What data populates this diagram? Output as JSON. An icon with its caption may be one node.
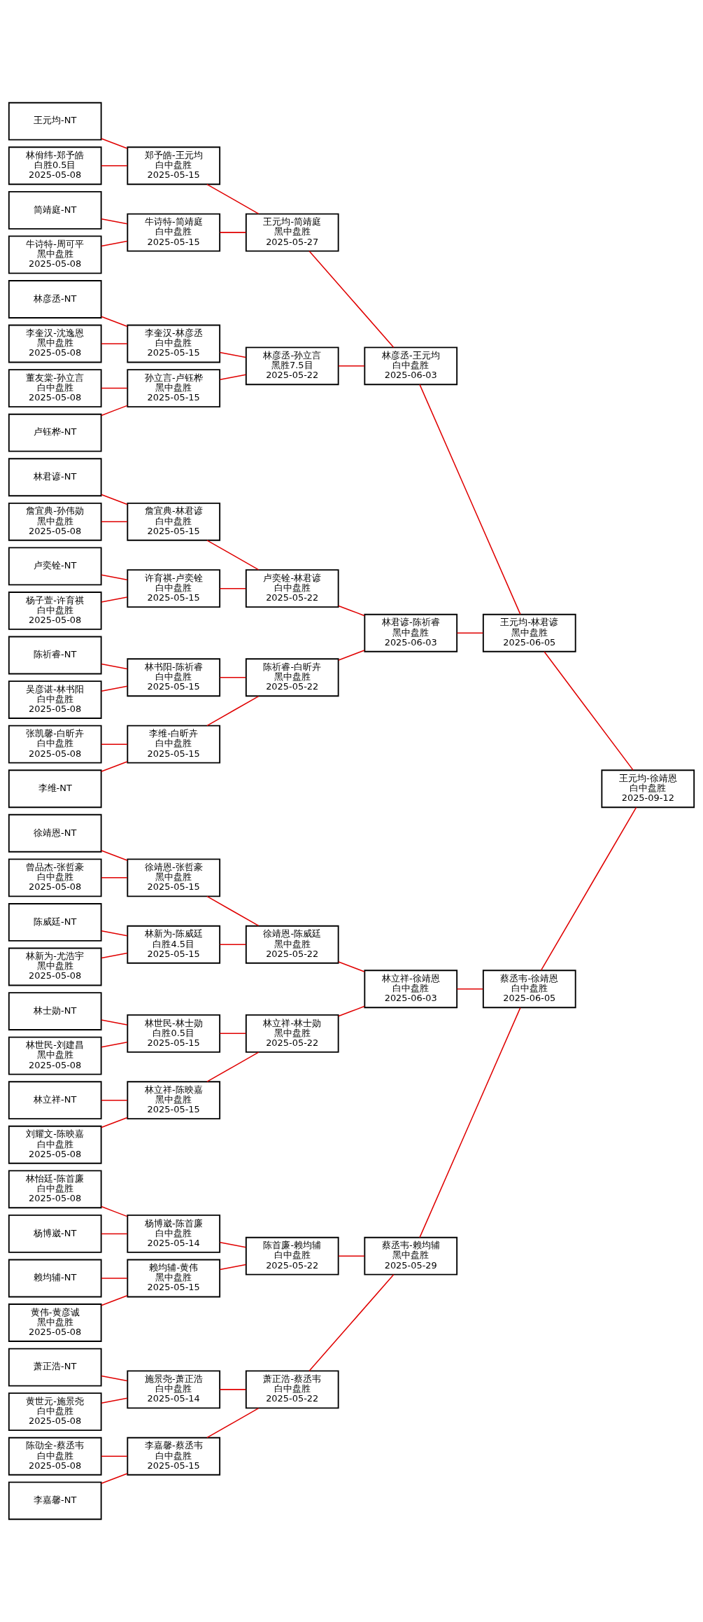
{
  "diagram": {
    "nodes": [
      {
        "text": [
          "徐靖恩-NT"
        ]
      },
      {
        "text": [
          "曾品杰-张哲豪",
          "白中盘胜",
          "2025-05-08"
        ]
      },
      {
        "text": [
          "陈威廷-NT"
        ]
      },
      {
        "text": [
          "林新为-尤浩宇",
          "黑中盘胜",
          "2025-05-08"
        ]
      },
      {
        "text": [
          "林立祥-NT"
        ]
      },
      {
        "text": [
          "刘耀文-陈映嘉",
          "白中盘胜",
          "2025-05-08"
        ]
      },
      {
        "text": [
          "林士勋-NT"
        ]
      },
      {
        "text": [
          "林世民-刘建昌",
          "黑中盘胜",
          "2025-05-08"
        ]
      },
      {
        "text": [
          "陈劭全-蔡丞韦",
          "白中盘胜",
          "2025-05-08"
        ]
      },
      {
        "text": [
          "李嘉馨-NT"
        ]
      },
      {
        "text": [
          "萧正浩-NT"
        ]
      },
      {
        "text": [
          "黄世元-施景尧",
          "白中盘胜",
          "2025-05-08"
        ]
      },
      {
        "text": [
          "赖均辅-NT"
        ]
      },
      {
        "text": [
          "黄伟-黄彦诚",
          "黑中盘胜",
          "2025-05-08"
        ]
      },
      {
        "text": [
          "林怡廷-陈首廉",
          "白中盘胜",
          "2025-05-08"
        ]
      },
      {
        "text": [
          "杨博崴-NT"
        ]
      },
      {
        "text": [
          "王元均-NT"
        ]
      },
      {
        "text": [
          "林佾纬-郑予皓",
          "白胜0.5目",
          "2025-05-08"
        ]
      },
      {
        "text": [
          "简靖庭-NT"
        ]
      },
      {
        "text": [
          "牛诗特-周可平",
          "黑中盘胜",
          "2025-05-08"
        ]
      },
      {
        "text": [
          "林彦丞-NT"
        ]
      },
      {
        "text": [
          "李奎汉-沈逸恩",
          "黑中盘胜",
          "2025-05-08"
        ]
      },
      {
        "text": [
          "董友棠-孙立言",
          "白中盘胜",
          "2025-05-08"
        ]
      },
      {
        "text": [
          "卢钰桦-NT"
        ]
      },
      {
        "text": [
          "林君谚-NT"
        ]
      },
      {
        "text": [
          "詹宜典-孙伟勋",
          "黑中盘胜",
          "2025-05-08"
        ]
      },
      {
        "text": [
          "卢奕铨-NT"
        ]
      },
      {
        "text": [
          "杨子萱-许育祺",
          "白中盘胜",
          "2025-05-08"
        ]
      },
      {
        "text": [
          "陈祈睿-NT"
        ]
      },
      {
        "text": [
          "吴彦谌-林书阳",
          "白中盘胜",
          "2025-05-08"
        ]
      },
      {
        "text": [
          "张凯馨-白昕卉",
          "白中盘胜",
          "2025-05-08"
        ]
      },
      {
        "text": [
          "李维-NT"
        ]
      },
      {
        "text": [
          "徐靖恩-张哲豪",
          "黑中盘胜",
          "2025-05-15"
        ]
      },
      {
        "text": [
          "林新为-陈威廷",
          "白胜4.5目",
          "2025-05-15"
        ]
      },
      {
        "text": [
          "林立祥-陈映嘉",
          "黑中盘胜",
          "2025-05-15"
        ]
      },
      {
        "text": [
          "林世民-林士勋",
          "白胜0.5目",
          "2025-05-15"
        ]
      },
      {
        "text": [
          "李嘉馨-蔡丞韦",
          "白中盘胜",
          "2025-05-15"
        ]
      },
      {
        "text": [
          "施景尧-萧正浩",
          "白中盘胜",
          "2025-05-14"
        ]
      },
      {
        "text": [
          "赖均辅-黄伟",
          "黑中盘胜",
          "2025-05-15"
        ]
      },
      {
        "text": [
          "杨博崴-陈首廉",
          "白中盘胜",
          "2025-05-14"
        ]
      },
      {
        "text": [
          "郑予皓-王元均",
          "白中盘胜",
          "2025-05-15"
        ]
      },
      {
        "text": [
          "牛诗特-简靖庭",
          "白中盘胜",
          "2025-05-15"
        ]
      },
      {
        "text": [
          "李奎汉-林彦丞",
          "白中盘胜",
          "2025-05-15"
        ]
      },
      {
        "text": [
          "孙立言-卢钰桦",
          "黑中盘胜",
          "2025-05-15"
        ]
      },
      {
        "text": [
          "詹宜典-林君谚",
          "白中盘胜",
          "2025-05-15"
        ]
      },
      {
        "text": [
          "许育祺-卢奕铨",
          "白中盘胜",
          "2025-05-15"
        ]
      },
      {
        "text": [
          "林书阳-陈祈睿",
          "白中盘胜",
          "2025-05-15"
        ]
      },
      {
        "text": [
          "李维-白昕卉",
          "白中盘胜",
          "2025-05-15"
        ]
      },
      {
        "text": [
          "徐靖恩-陈威廷",
          "黑中盘胜",
          "2025-05-22"
        ]
      },
      {
        "text": [
          "林立祥-林士勋",
          "黑中盘胜",
          "2025-05-22"
        ]
      },
      {
        "text": [
          "萧正浩-蔡丞韦",
          "白中盘胜",
          "2025-05-22"
        ]
      },
      {
        "text": [
          "陈首廉-赖均辅",
          "白中盘胜",
          "2025-05-22"
        ]
      },
      {
        "text": [
          "王元均-简靖庭",
          "黑中盘胜",
          "2025-05-27"
        ]
      },
      {
        "text": [
          "林彦丞-孙立言",
          "黑胜7.5目",
          "2025-05-22"
        ]
      },
      {
        "text": [
          "卢奕铨-林君谚",
          "白中盘胜",
          "2025-05-22"
        ]
      },
      {
        "text": [
          "陈祈睿-白昕卉",
          "黑中盘胜",
          "2025-05-22"
        ]
      },
      {
        "text": [
          "林立祥-徐靖恩",
          "白中盘胜",
          "2025-06-03"
        ]
      },
      {
        "text": [
          "蔡丞韦-赖均辅",
          "黑中盘胜",
          "2025-05-29"
        ]
      },
      {
        "text": [
          "林彦丞-王元均",
          "白中盘胜",
          "2025-06-03"
        ]
      },
      {
        "text": [
          "林君谚-陈祈睿",
          "黑中盘胜",
          "2025-06-03"
        ]
      },
      {
        "text": [
          "蔡丞韦-徐靖恩",
          "白中盘胜",
          "2025-06-05"
        ]
      },
      {
        "text": [
          "王元均-林君谚",
          "黑中盘胜",
          "2025-06-05"
        ]
      },
      {
        "text": [
          "王元均-徐靖恩",
          "白中盘胜",
          "2025-09-12"
        ]
      }
    ],
    "edges": [
      {
        "from": 0,
        "to": 32,
        "arrow": "none"
      },
      {
        "from": 1,
        "to": 32,
        "arrow": "none"
      },
      {
        "from": 2,
        "to": 33,
        "arrow": "none"
      },
      {
        "from": 3,
        "to": 33,
        "arrow": "none"
      },
      {
        "from": 4,
        "to": 34,
        "arrow": "none"
      },
      {
        "from": 5,
        "to": 34,
        "arrow": "none"
      },
      {
        "from": 6,
        "to": 35,
        "arrow": "none"
      },
      {
        "from": 7,
        "to": 35,
        "arrow": "none"
      },
      {
        "from": 8,
        "to": 36,
        "arrow": "none"
      },
      {
        "from": 9,
        "to": 36,
        "arrow": "none"
      },
      {
        "from": 10,
        "to": 37,
        "arrow": "none"
      },
      {
        "from": 11,
        "to": 37,
        "arrow": "none"
      },
      {
        "from": 12,
        "to": 38,
        "arrow": "none"
      },
      {
        "from": 13,
        "to": 38,
        "arrow": "none"
      },
      {
        "from": 14,
        "to": 39,
        "arrow": "none"
      },
      {
        "from": 15,
        "to": 39,
        "arrow": "none"
      },
      {
        "from": 16,
        "to": 40,
        "arrow": "none"
      },
      {
        "from": 17,
        "to": 40,
        "arrow": "none"
      },
      {
        "from": 18,
        "to": 41,
        "arrow": "none"
      },
      {
        "from": 19,
        "to": 41,
        "arrow": "none"
      },
      {
        "from": 20,
        "to": 42,
        "arrow": "none"
      },
      {
        "from": 21,
        "to": 42,
        "arrow": "none"
      },
      {
        "from": 22,
        "to": 43,
        "arrow": "none"
      },
      {
        "from": 23,
        "to": 43,
        "arrow": "none"
      },
      {
        "from": 24,
        "to": 44,
        "arrow": "none"
      },
      {
        "from": 25,
        "to": 44,
        "arrow": "none"
      },
      {
        "from": 26,
        "to": 45,
        "arrow": "none"
      },
      {
        "from": 27,
        "to": 45,
        "arrow": "none"
      },
      {
        "from": 28,
        "to": 46,
        "arrow": "none"
      },
      {
        "from": 29,
        "to": 46,
        "arrow": "none"
      },
      {
        "from": 30,
        "to": 47,
        "arrow": "none"
      },
      {
        "from": 31,
        "to": 47,
        "arrow": "none"
      },
      {
        "from": 32,
        "to": 48,
        "arrow": "none"
      },
      {
        "from": 33,
        "to": 48,
        "arrow": "none"
      },
      {
        "from": 34,
        "to": 49,
        "arrow": "none"
      },
      {
        "from": 35,
        "to": 49,
        "arrow": "none"
      },
      {
        "from": 36,
        "to": 50,
        "arrow": "none"
      },
      {
        "from": 37,
        "to": 50,
        "arrow": "none"
      },
      {
        "from": 38,
        "to": 51,
        "arrow": "none"
      },
      {
        "from": 39,
        "to": 51,
        "arrow": "none"
      },
      {
        "from": 40,
        "to": 52,
        "arrow": "none"
      },
      {
        "from": 41,
        "to": 52,
        "arrow": "none"
      },
      {
        "from": 42,
        "to": 53,
        "arrow": "none"
      },
      {
        "from": 43,
        "to": 53,
        "arrow": "none"
      },
      {
        "from": 44,
        "to": 54,
        "arrow": "none"
      },
      {
        "from": 45,
        "to": 54,
        "arrow": "none"
      },
      {
        "from": 46,
        "to": 55,
        "arrow": "none"
      },
      {
        "from": 47,
        "to": 55,
        "arrow": "none"
      },
      {
        "from": 48,
        "to": 56,
        "arrow": "none"
      },
      {
        "from": 49,
        "to": 56,
        "arrow": "none"
      },
      {
        "from": 50,
        "to": 57,
        "arrow": "none"
      },
      {
        "from": 51,
        "to": 57,
        "arrow": "none"
      },
      {
        "from": 52,
        "to": 58,
        "arrow": "none"
      },
      {
        "from": 53,
        "to": 58,
        "arrow": "none"
      },
      {
        "from": 54,
        "to": 59,
        "arrow": "none"
      },
      {
        "from": 55,
        "to": 59,
        "arrow": "none"
      },
      {
        "from": 56,
        "to": 60,
        "arrow": "none"
      },
      {
        "from": 57,
        "to": 60,
        "arrow": "none"
      },
      {
        "from": 58,
        "to": 61,
        "arrow": "none"
      },
      {
        "from": 59,
        "to": 61,
        "arrow": "none"
      },
      {
        "from": 60,
        "to": 62,
        "arrow": "none"
      },
      {
        "from": 61,
        "to": 62,
        "arrow": "none"
      }
    ]
  }
}
